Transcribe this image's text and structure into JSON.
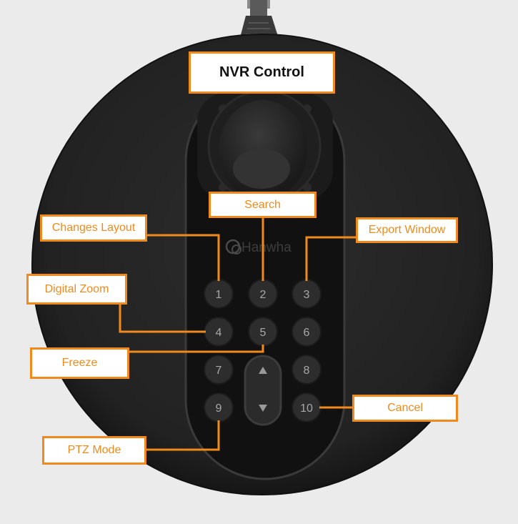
{
  "title": "NVR Control",
  "brand": "Hanwha",
  "keys": [
    "1",
    "2",
    "3",
    "4",
    "5",
    "6",
    "7",
    "8",
    "9",
    "10"
  ],
  "labels": {
    "search": "Search",
    "changes_layout": "Changes Layout",
    "export_window": "Export Window",
    "digital_zoom": "Digital Zoom",
    "freeze": "Freeze",
    "cancel": "Cancel",
    "ptz_mode": "PTZ Mode"
  },
  "colors": {
    "accent": "#f08a1c",
    "background": "#ebebeb",
    "device_body": "#242424",
    "panel": "#121212",
    "key": "#2d2d2d",
    "key_text": "#a8a8a8"
  },
  "icons": [
    "up-arrow-icon",
    "down-arrow-icon",
    "hanwha-logo-icon"
  ]
}
